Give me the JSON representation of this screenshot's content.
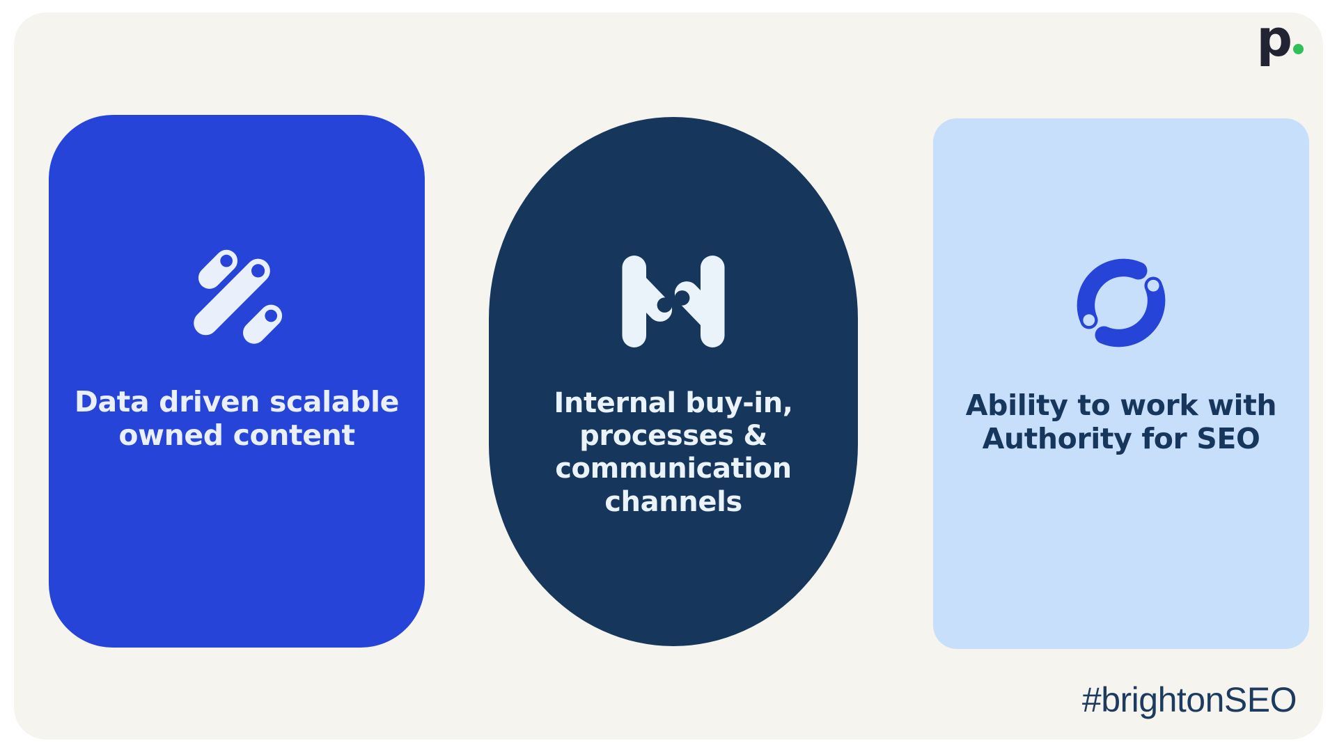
{
  "brand": {
    "logo_letter": "p",
    "logo_dot_color": "#2fc058",
    "logo_letter_color": "#232433"
  },
  "background": {
    "page_color": "#ffffff",
    "frame_color": "#f6f4ef"
  },
  "cards": [
    {
      "id": "data-driven-scalable-owned-content",
      "icon": "percent-bars-icon",
      "title": "Data driven scalable owned content",
      "background_color": "#2744d8",
      "text_color": "#e9f0fb",
      "icon_color": "#e9f0fb",
      "shape": "rounded-rectangle"
    },
    {
      "id": "internal-buy-in-processes-communication-channels",
      "icon": "letter-n-nodes-icon",
      "title": "Internal buy-in, processes & communication channels",
      "background_color": "#17365c",
      "text_color": "#eaf2fa",
      "icon_color": "#eaf2fa",
      "shape": "stadium-pill"
    },
    {
      "id": "ability-to-work-with-authority-for-seo",
      "icon": "broken-circle-arcs-icon",
      "title": "Ability to work with Authority for SEO",
      "background_color": "#c7dffb",
      "text_color": "#17365c",
      "icon_color": "#2744d8",
      "shape": "rounded-rectangle"
    }
  ],
  "footer": {
    "hashtag": "#brightonSEO",
    "hashtag_color": "#1d3a5f"
  }
}
